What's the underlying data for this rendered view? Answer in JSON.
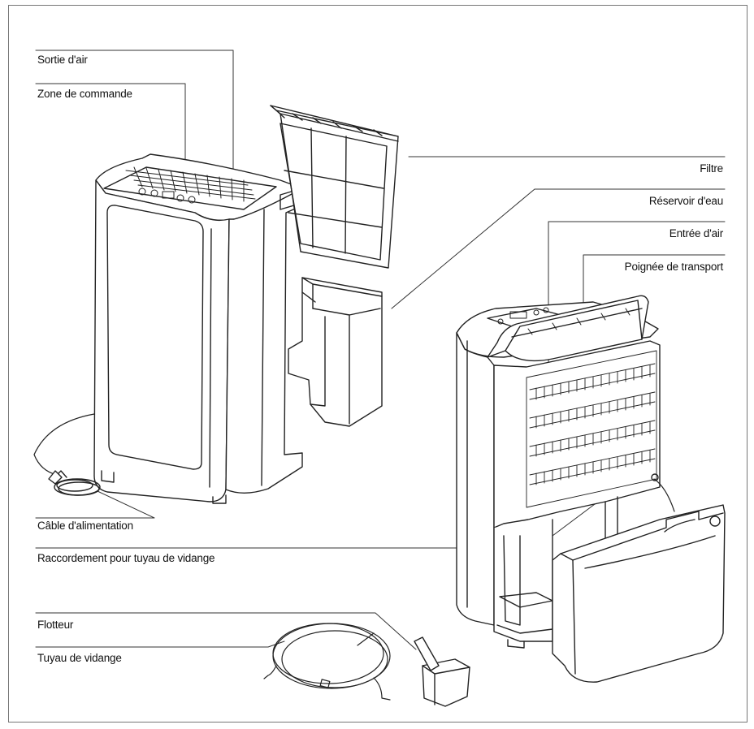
{
  "labels": {
    "sortie_air": "Sortie d'air",
    "zone_commande": "Zone de commande",
    "filtre": "Filtre",
    "reservoir": "Réservoir d'eau",
    "entree_air": "Entrée d'air",
    "poignee": "Poignée de transport",
    "cable": "Câble d'alimentation",
    "raccordement": "Raccordement pour tuyau de vidange",
    "flotteur": "Flotteur",
    "tuyau": "Tuyau de vidange"
  }
}
